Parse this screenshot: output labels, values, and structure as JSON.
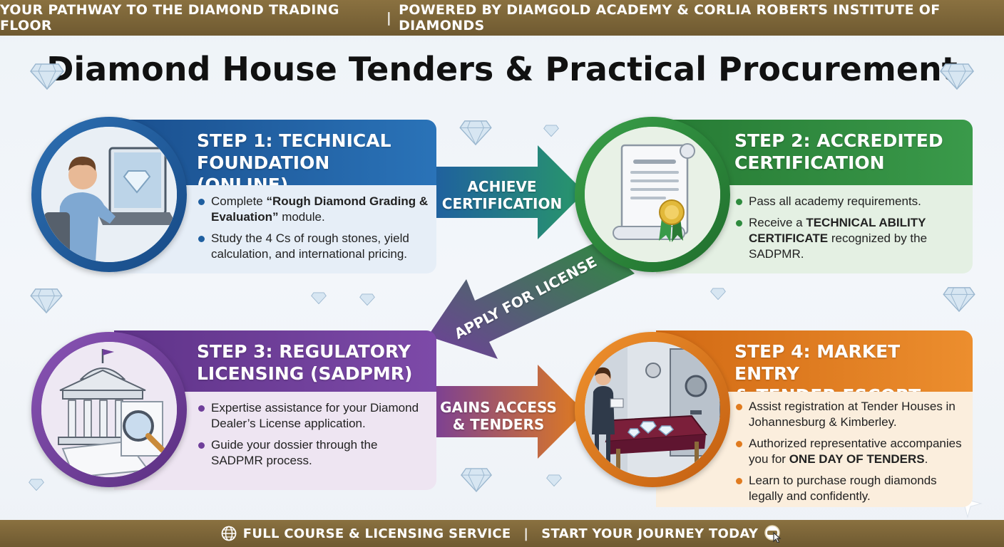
{
  "top_banner": {
    "left": "YOUR PATHWAY TO THE DIAMOND TRADING FLOOR",
    "separator": "|",
    "right": "POWERED BY DIAMGOLD ACADEMY & CORLIA ROBERTS INSTITUTE OF DIAMONDS"
  },
  "title": "Diamond House Tenders & Practical Procurement",
  "steps": [
    {
      "heading_line1": "STEP 1: TECHNICAL",
      "heading_line2": "FOUNDATION (ONLINE)",
      "bullets": [
        {
          "pre": "Complete ",
          "bold": "“Rough Diamond Grading & Evaluation”",
          "post": " module."
        },
        {
          "pre": "Study the 4 Cs of rough stones, yield calculation, and international pricing.",
          "bold": "",
          "post": ""
        }
      ],
      "icon": "laptop-diamond-icon",
      "color": "#1f5fa0"
    },
    {
      "heading_line1": "STEP 2: ACCREDITED",
      "heading_line2": "CERTIFICATION",
      "bullets": [
        {
          "pre": "Pass all academy requirements.",
          "bold": "",
          "post": ""
        },
        {
          "pre": "Receive a ",
          "bold": "TECHNICAL ABILITY CERTIFICATE",
          "post": " recognized by the SADPMR."
        }
      ],
      "icon": "certificate-scroll-icon",
      "color": "#2e8b3e"
    },
    {
      "heading_line1": "STEP 3: REGULATORY",
      "heading_line2": "LICENSING (SADPMR)",
      "bullets": [
        {
          "pre": "Expertise assistance for your Diamond Dealer’s License application.",
          "bold": "",
          "post": ""
        },
        {
          "pre": "Guide your dossier through the SADPMR process.",
          "bold": "",
          "post": ""
        }
      ],
      "icon": "government-building-icon",
      "color": "#6f3f9a"
    },
    {
      "heading_line1": "STEP 4: MARKET ENTRY",
      "heading_line2": "& TENDER ESCORT",
      "bullets": [
        {
          "pre": "Assist registration at Tender Houses in Johannesburg & Kimberley.",
          "bold": "",
          "post": ""
        },
        {
          "pre": "Authorized representative accompanies you for ",
          "bold": "ONE DAY OF TENDERS",
          "post": "."
        },
        {
          "pre": "Learn to purchase rough diamonds legally and confidently.",
          "bold": "",
          "post": ""
        }
      ],
      "icon": "tender-room-icon",
      "color": "#e07b1f"
    }
  ],
  "arrows": {
    "achieve_line1": "ACHIEVE",
    "achieve_line2": "CERTIFICATION",
    "apply": "APPLY FOR LICENSE",
    "gains_line1": "GAINS ACCESS",
    "gains_line2": "& TENDERS"
  },
  "bottom_banner": {
    "left": "FULL COURSE & LICENSING SERVICE",
    "separator": "|",
    "right": "START YOUR JOURNEY TODAY",
    "left_icon": "globe-icon",
    "right_icon": "cursor-click-icon"
  }
}
